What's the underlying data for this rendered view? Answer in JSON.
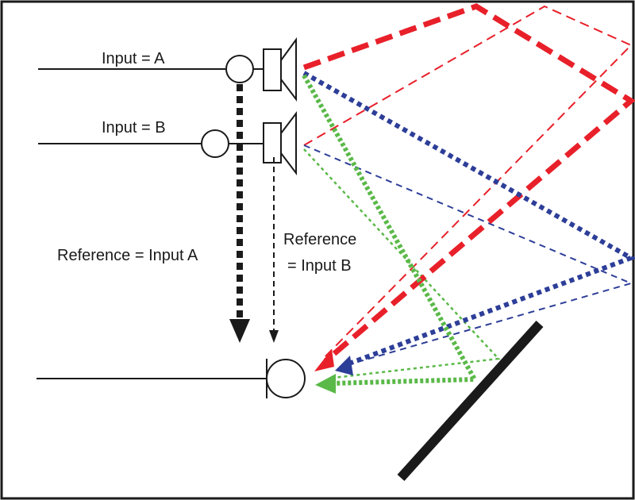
{
  "labels": {
    "input_a": "Input = A",
    "input_b": "Input = B",
    "reference_a": "Reference = Input A",
    "reference_b_line1": "Reference",
    "reference_b_line2": "= Input B"
  },
  "colors": {
    "red": "#e8202a",
    "blue": "#2d3e98",
    "green": "#5ab948",
    "black": "#1a1a1a"
  },
  "icons": {
    "speaker_a": "loudspeaker-icon",
    "speaker_b": "loudspeaker-icon",
    "summing_junction_a": "circle-node-icon",
    "summing_junction_b": "circle-node-icon",
    "microphone": "microphone-icon",
    "reflector": "reflecting-surface"
  }
}
